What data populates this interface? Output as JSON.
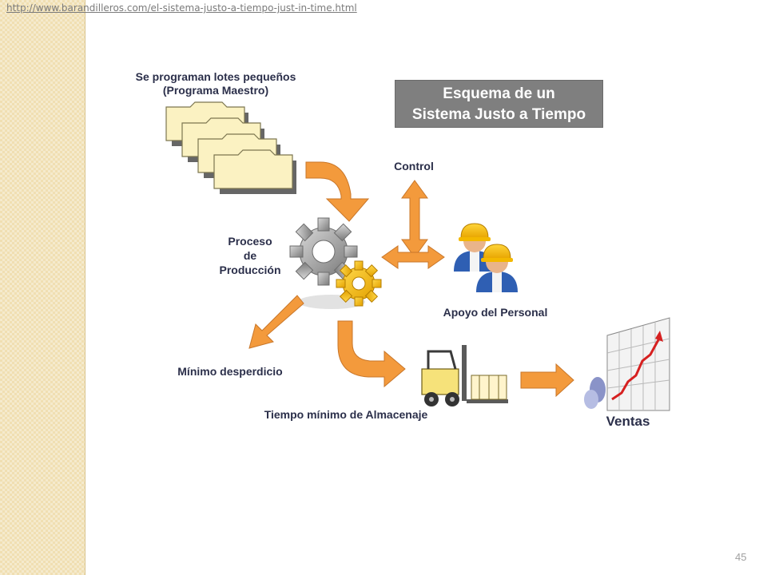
{
  "source_link": "http://www.barandilleros.com/el-sistema-justo-a-tiempo-just-in-time.html",
  "page_number": "45",
  "diagram": {
    "title_line1": "Esquema de un",
    "title_line2": "Sistema Justo a Tiempo",
    "lots_line1": "Se programan lotes pequeños",
    "lots_line2": "(Programa Maestro)",
    "process_line1": "Proceso",
    "process_line2": "de",
    "process_line3": "Producción",
    "control": "Control",
    "support": "Apoyo del Personal",
    "waste": "Mínimo desperdicio",
    "storage": "Tiempo mínimo de Almacenaje",
    "sales": "Ventas"
  },
  "colors": {
    "arrow": "#f39a3c",
    "label": "#2b2f4a",
    "title_bg": "#7f7f7f",
    "folder": "#fbf2c2",
    "sidebar": "#f0dfb2"
  }
}
